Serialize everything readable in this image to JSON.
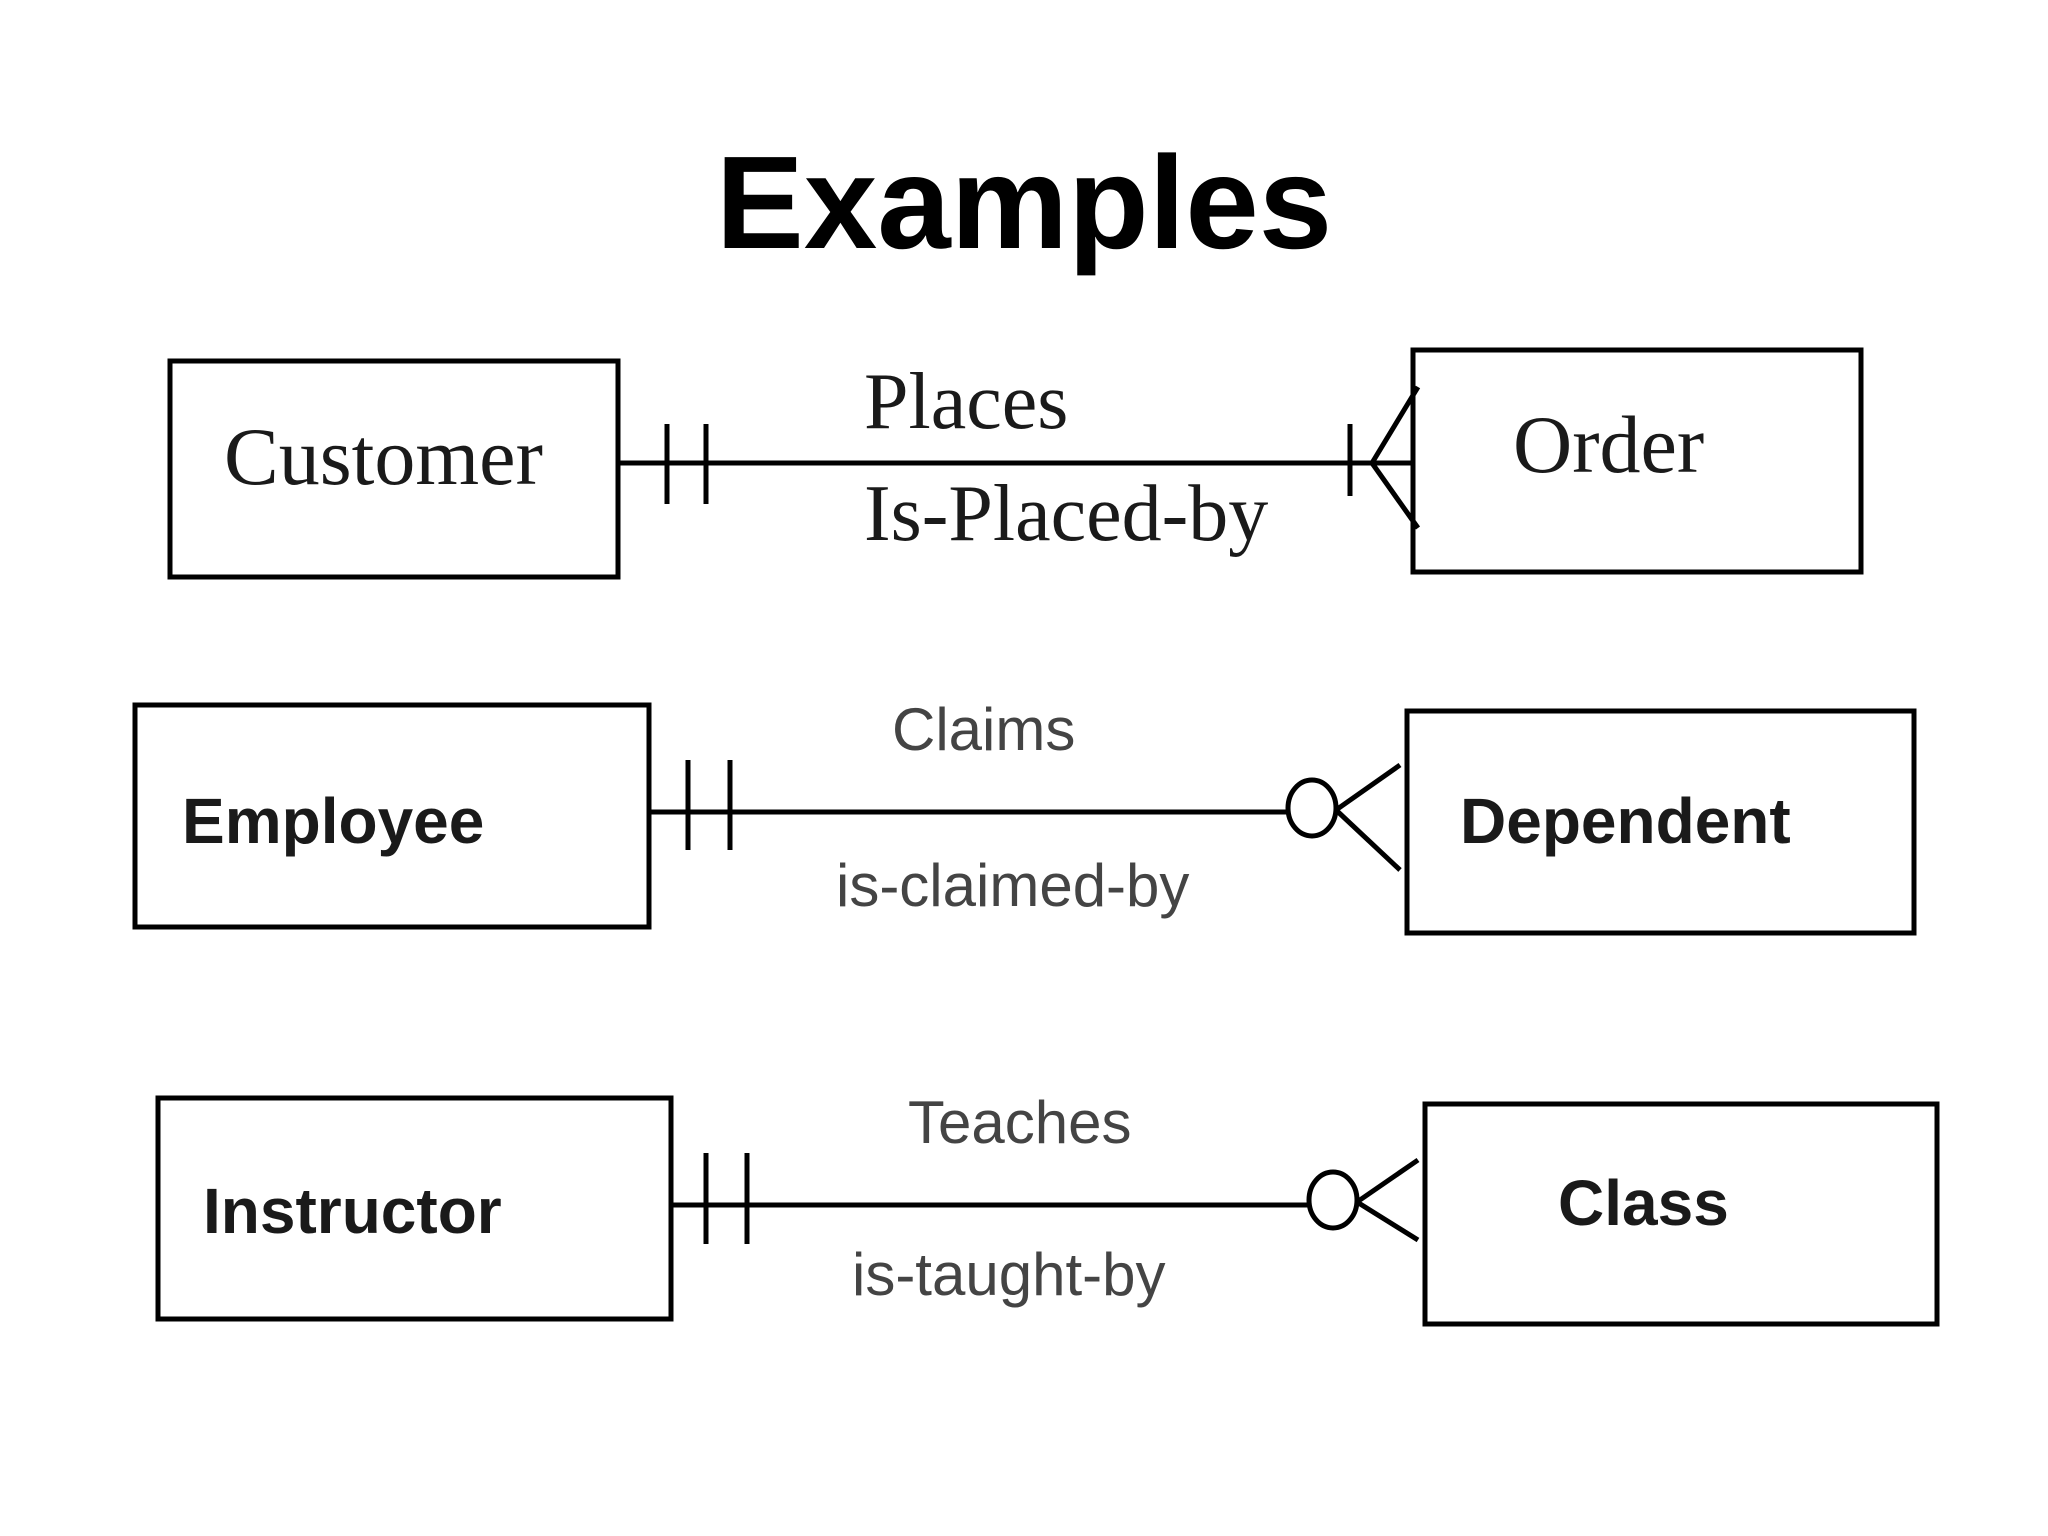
{
  "title": "Examples",
  "relationships": [
    {
      "left_entity": "Customer",
      "right_entity": "Order",
      "forward_label": "Places",
      "reverse_label": "Is-Placed-by",
      "left_cardinality": "one-and-only-one",
      "right_cardinality": "one-or-many"
    },
    {
      "left_entity": "Employee",
      "right_entity": "Dependent",
      "forward_label": "Claims",
      "reverse_label": "is-claimed-by",
      "left_cardinality": "one-and-only-one",
      "right_cardinality": "zero-or-many"
    },
    {
      "left_entity": "Instructor",
      "right_entity": "Class",
      "forward_label": "Teaches",
      "reverse_label": "is-taught-by",
      "left_cardinality": "one-and-only-one",
      "right_cardinality": "zero-or-many"
    }
  ]
}
